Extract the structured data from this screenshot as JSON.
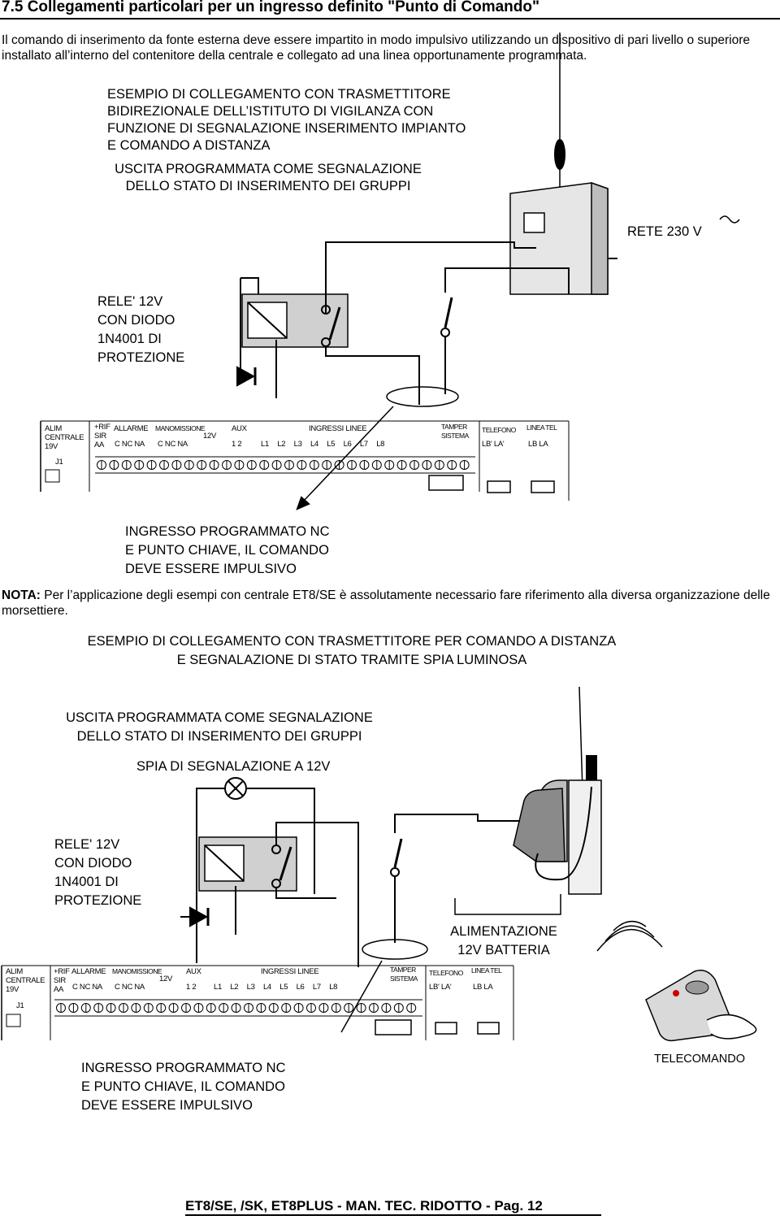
{
  "page": {
    "section_title": "7.5 Collegamenti particolari per un ingresso definito \"Punto di Comando\"",
    "intro": "Il comando di inserimento da fonte esterna deve essere impartito in modo impulsivo utilizzando un dispositivo di pari livello o superiore installato all’interno del contenitore della centrale e collegato ad una linea opportunamente programmata.",
    "footer": "ET8/SE, /SK, ET8PLUS - MAN. TEC. RIDOTTO - Pag. 12"
  },
  "diagram1": {
    "heading": [
      "ESEMPIO DI COLLEGAMENTO CON TRASMETTITORE",
      "BIDIREZIONALE DELL’ISTITUTO DI VIGILANZA CON",
      "FUNZIONE DI SEGNALAZIONE INSERIMENTO IMPIANTO",
      "E COMANDO A DISTANZA"
    ],
    "output_label": [
      "USCITA PROGRAMMATA COME SEGNALAZIONE",
      "DELLO STATO DI INSERIMENTO DEI GRUPPI"
    ],
    "mains_label": "RETE 230 V",
    "relay_label": [
      "RELE' 12V",
      "CON DIODO",
      "1N4001 DI",
      "PROTEZIONE"
    ],
    "input_label": [
      "INGRESSO PROGRAMMATO NC",
      "E PUNTO CHIAVE, IL COMANDO",
      "DEVE ESSERE IMPULSIVO"
    ]
  },
  "nota": {
    "prefix": "NOTA:",
    "text": " Per l’applicazione degli esempi con centrale ET8/SE è assolutamente necessario fare riferimento alla diversa organizzazione delle morsettiere."
  },
  "diagram2": {
    "heading": [
      "ESEMPIO DI COLLEGAMENTO CON TRASMETTITORE PER COMANDO A DISTANZA",
      "E SEGNALAZIONE DI  STATO TRAMITE SPIA  LUMINOSA"
    ],
    "output_label": [
      "USCITA PROGRAMMATA COME SEGNALAZIONE",
      "DELLO STATO DI INSERIMENTO DEI GRUPPI"
    ],
    "lamp_label": "SPIA DI SEGNALAZIONE A 12V",
    "relay_label": [
      "RELE' 12V",
      "CON DIODO",
      "1N4001 DI",
      "PROTEZIONE"
    ],
    "power_label": [
      "ALIMENTAZIONE",
      "12V BATTERIA"
    ],
    "input_label": [
      "INGRESSO PROGRAMMATO NC",
      "E PUNTO CHIAVE, IL COMANDO",
      "DEVE ESSERE IMPULSIVO"
    ],
    "remote_label": "TELECOMANDO"
  },
  "terminal_board": {
    "alim": [
      "ALIM",
      "CENTRALE",
      "19V"
    ],
    "j1": "J1",
    "rif": [
      "+RIF",
      "SIR",
      "AA"
    ],
    "allarme": "ALLARME",
    "allarme_terms": "C   NC NA",
    "manomissione": "MANOMISSIONE",
    "manomissione_terms": "C   NC NA",
    "v12": "12V",
    "aux": "AUX",
    "aux_terms": "1   2",
    "ingressi": "INGRESSI LINEE",
    "lines": [
      "L1",
      "L2",
      "L3",
      "L4",
      "L5",
      "L6",
      "L7",
      "L8"
    ],
    "tamper": [
      "TAMPER",
      "SISTEMA"
    ],
    "telefono": "TELEFONO",
    "telefono_terms": "LB'  LA'",
    "linea_tel": "LINEA TEL",
    "linea_terms": "LB  LA"
  }
}
